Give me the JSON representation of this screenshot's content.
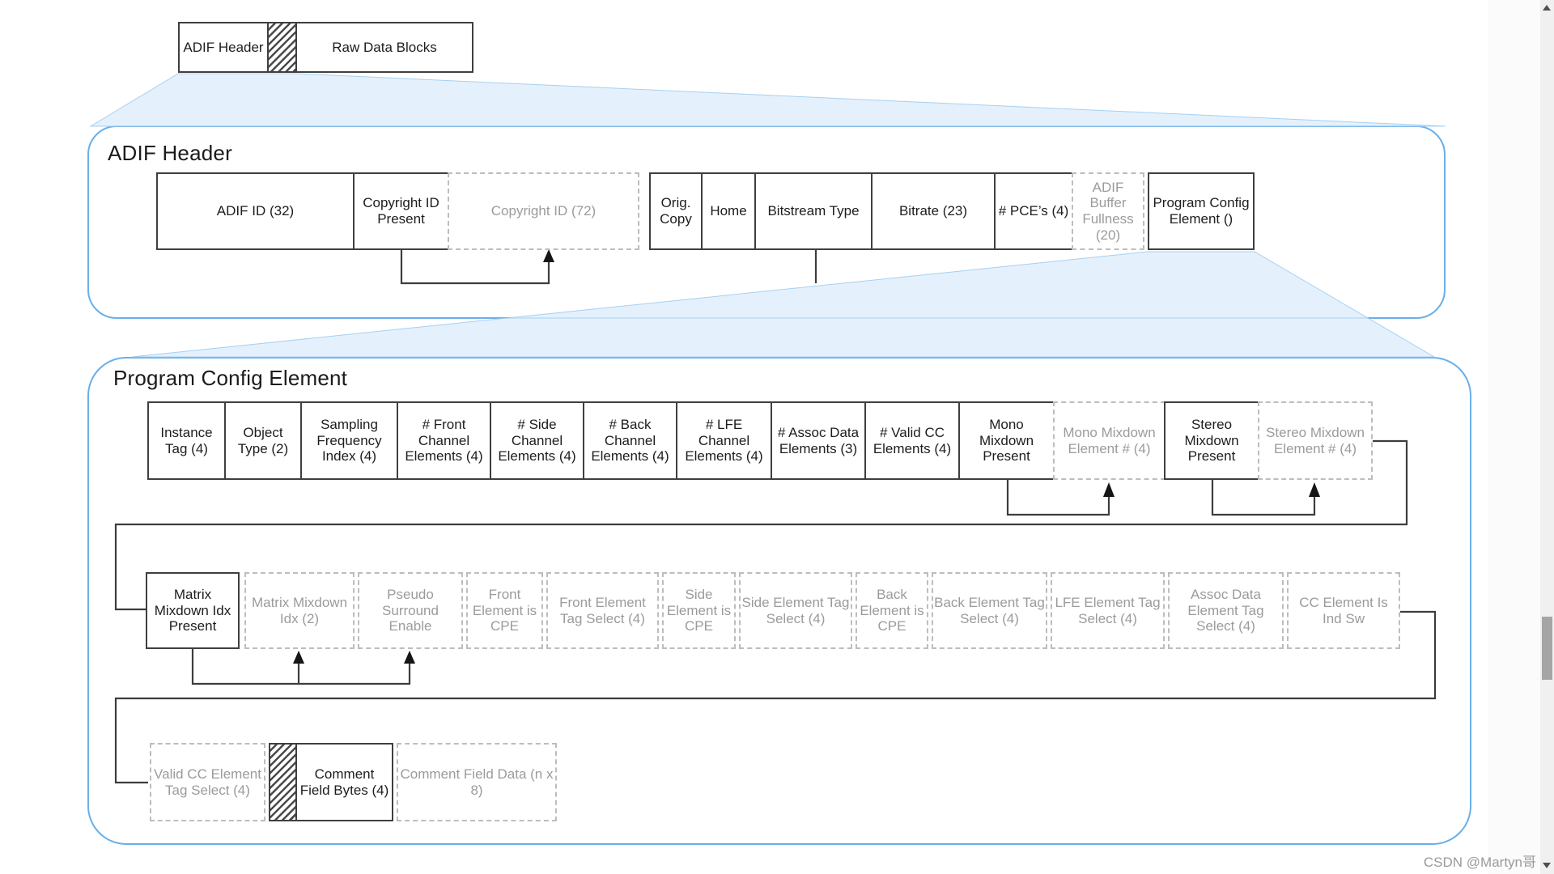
{
  "colors": {
    "container_border": "#6aafe8",
    "trapezoid_fill": "#ddeefb",
    "solid_box_border": "#3f3f3f",
    "dashed_box_border": "#bdbdbd",
    "text": "#1d1d1d",
    "muted_text": "#9b9b9b",
    "connector": "#3d3d3d",
    "scrollbar_track": "#f0f0f0",
    "scrollbar_thumb": "#a5a5a5"
  },
  "top_block": {
    "adif_header_label": "ADIF Header",
    "raw_data_blocks_label": "Raw Data Blocks"
  },
  "adif_header": {
    "title": "ADIF Header",
    "boxes": [
      "ADIF ID (32)",
      "Copyright ID Present",
      "Copyright ID (72)",
      "Orig. Copy",
      "Home",
      "Bitstream Type",
      "Bitrate (23)",
      "# PCE’s (4)",
      "ADIF Buffer Fullness (20)",
      "Program Config Element ()"
    ]
  },
  "pce": {
    "title": "Program Config Element",
    "row1": [
      "Instance Tag (4)",
      "Object Type (2)",
      "Sampling Frequency Index (4)",
      "# Front Channel Elements (4)",
      "# Side Channel Elements (4)",
      "# Back Channel Elements (4)",
      "# LFE Channel Elements (4)",
      "# Assoc Data Elements (3)",
      "# Valid CC Elements (4)",
      "Mono Mixdown Present",
      "Mono Mixdown Element # (4)",
      "Stereo Mixdown Present",
      "Stereo Mixdown Element # (4)"
    ],
    "row2": [
      "Matrix Mixdown Idx Present",
      "Matrix Mixdown Idx (2)",
      "Pseudo Surround Enable",
      "Front Element is CPE",
      "Front Element Tag Select (4)",
      "Side Element is CPE",
      "Side Element Tag Select (4)",
      "Back Element is CPE",
      "Back Element Tag Select (4)",
      "LFE Element Tag Select (4)",
      "Assoc Data Element Tag Select (4)",
      "CC Element Is Ind Sw"
    ],
    "row3": [
      "Valid CC Element Tag Select (4)",
      "Comment Field Bytes (4)",
      "Comment Field Data (n x 8)"
    ]
  },
  "watermark": "CSDN @Martyn哥"
}
